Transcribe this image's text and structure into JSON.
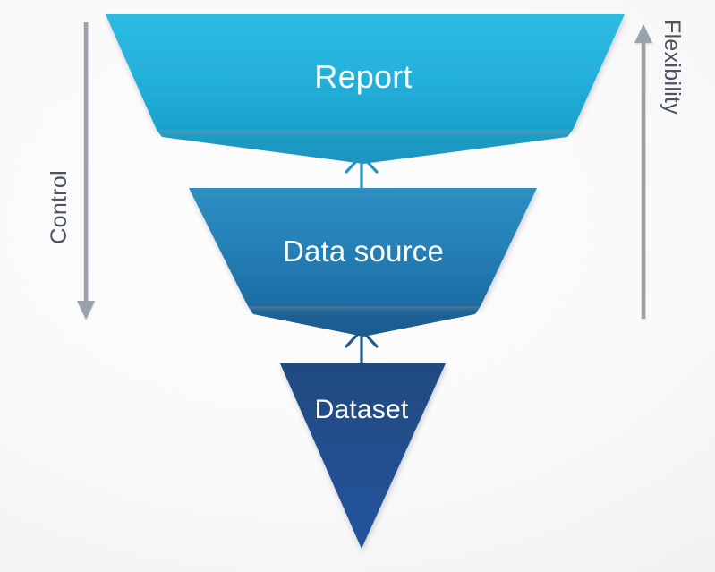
{
  "diagram": {
    "title": "Report / Data source / Dataset funnel",
    "background_color": "#f7f7f7",
    "stages": [
      {
        "id": "report",
        "label": "Report",
        "shape": "trapezoid",
        "fill_top": "#27b6de",
        "fill_bottom": "#1ba5cf",
        "fold_color": "#1a97c4",
        "text_color": "#ffffff"
      },
      {
        "id": "data-source",
        "label": "Data source",
        "shape": "trapezoid",
        "fill_top": "#2a88bd",
        "fill_bottom": "#1b6ea8",
        "fold_color": "#1a5f95",
        "text_color": "#ffffff"
      },
      {
        "id": "dataset",
        "label": "Dataset",
        "shape": "triangle",
        "fill_top": "#204b82",
        "fill_bottom": "#23529a",
        "fold_color": "#1d3f6e",
        "text_color": "#ffffff"
      }
    ],
    "connectors": [
      {
        "id": "dataset-to-data-source",
        "from": "dataset",
        "to": "data-source",
        "direction": "up",
        "color": "#1f5a92"
      },
      {
        "id": "data-source-to-report",
        "from": "data-source",
        "to": "report",
        "direction": "up",
        "color": "#2294c6"
      }
    ],
    "axes": [
      {
        "id": "control",
        "label": "Control",
        "direction": "down",
        "side": "left",
        "color": "#9aa1a8",
        "text_color": "#4a5560"
      },
      {
        "id": "flexibility",
        "label": "Flexibility",
        "direction": "up",
        "side": "right",
        "color": "#9aa1a8",
        "text_color": "#4a5560"
      }
    ]
  }
}
